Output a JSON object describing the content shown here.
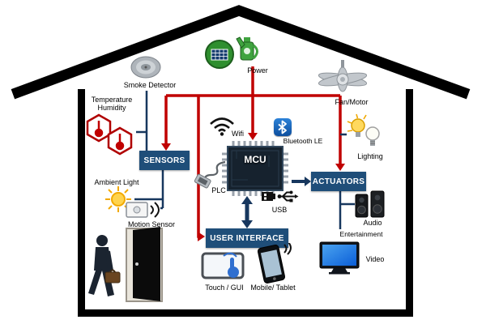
{
  "colors": {
    "power_line_red": "#c00000",
    "data_line_blue": "#17375e",
    "node_box_blue": "#1f4e79",
    "house_black": "#000000",
    "sun_yellow": "#ffd34d",
    "power_green": "#2f8f2f",
    "bluetooth_blue": "#1565c0"
  },
  "nodes": {
    "sensors": "SENSORS",
    "actuators": "ACTUATORS",
    "user_interface": "USER INTERFACE",
    "mcu": "MCU"
  },
  "labels": {
    "smoke_detector": "Smoke Detector",
    "temperature_humidity": "Temperature\nHumidity",
    "ambient_light": "Ambient Light",
    "motion_sensor": "Motion Sensor",
    "power": "Power",
    "wifi": "Wifi",
    "bluetooth_le": "Bluetooth LE",
    "plc": "PLC",
    "usb": "USB",
    "fan_motor": "Fan/Motor",
    "lighting": "Lighting",
    "audio": "Audio",
    "entertainment": "Entertainment",
    "video": "Video",
    "touch_gui": "Touch / GUI",
    "mobile_tablet": "Mobile/ Tablet"
  },
  "icons": [
    "house-outline",
    "smoke-detector-icon",
    "solar-panel-icon",
    "generator-icon",
    "thermometer-hexagon-icon",
    "sun-icon",
    "motion-sensor-icon",
    "wifi-icon",
    "bluetooth-icon",
    "mcu-chip-icon",
    "plc-cable-icon",
    "usb-icon",
    "ceiling-fan-icon",
    "light-bulb-icon",
    "speakers-icon",
    "tv-icon",
    "touch-screen-icon",
    "smartphone-icon",
    "person-icon",
    "door-icon"
  ]
}
